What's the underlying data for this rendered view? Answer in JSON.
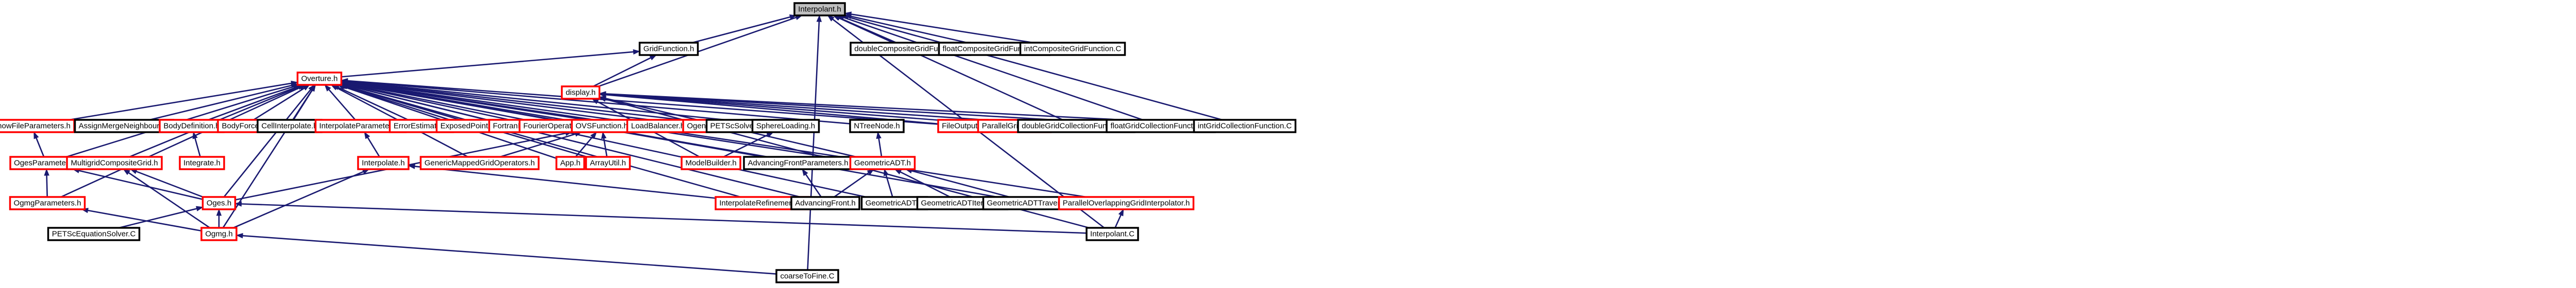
{
  "colors": {
    "edge": "#191970",
    "border_red": "#ff0000",
    "border_black": "#000000",
    "focus_fill": "#bfbfbf",
    "node_fill": "#ffffff",
    "text": "#000000"
  },
  "nodes": [
    {
      "id": "interpolant_h",
      "label": "Interpolant.h",
      "border": "black",
      "focus": true
    },
    {
      "id": "gridfunction_h",
      "label": "GridFunction.h",
      "border": "black"
    },
    {
      "id": "doublecompositegridfunction_c",
      "label": "doubleCompositeGridFunction.C",
      "border": "black"
    },
    {
      "id": "floatcompositegridfunction_c",
      "label": "floatCompositeGridFunction.C",
      "border": "black"
    },
    {
      "id": "intcompositegridfunction_c",
      "label": "intCompositeGridFunction.C",
      "border": "black"
    },
    {
      "id": "overture_h",
      "label": "Overture.h",
      "border": "red"
    },
    {
      "id": "display_h",
      "label": "display.h",
      "border": "red"
    },
    {
      "id": "showfileparameters_h",
      "label": "ShowFileParameters.h",
      "border": "red"
    },
    {
      "id": "assignmergeneighbours_h",
      "label": "AssignMergeNeighbours.h",
      "border": "black"
    },
    {
      "id": "bodydefinition_h",
      "label": "BodyDefinition.h",
      "border": "red"
    },
    {
      "id": "bodyforce_h",
      "label": "BodyForce.h",
      "border": "red"
    },
    {
      "id": "cellinterpolate_h",
      "label": "CellInterpolate.h",
      "border": "black"
    },
    {
      "id": "interpolateparameters_h",
      "label": "InterpolateParameters.h",
      "border": "red"
    },
    {
      "id": "errorestimator_h",
      "label": "ErrorEstimator.h",
      "border": "red"
    },
    {
      "id": "exposedpoints_h",
      "label": "ExposedPoints.h",
      "border": "red"
    },
    {
      "id": "fortranio_h",
      "label": "FortranIO.h",
      "border": "red"
    },
    {
      "id": "fourieroperators_h",
      "label": "FourierOperators.h",
      "border": "red"
    },
    {
      "id": "ovsfunction_h",
      "label": "OVSFunction.h",
      "border": "red"
    },
    {
      "id": "loadbalancer_h",
      "label": "LoadBalancer.h",
      "border": "red"
    },
    {
      "id": "ogen_h",
      "label": "Ogen.h",
      "border": "red"
    },
    {
      "id": "petscsolver_h",
      "label": "PETScSolver.h",
      "border": "black"
    },
    {
      "id": "spheresloading_h",
      "label": "SphereLoading.h",
      "border": "black"
    },
    {
      "id": "ktreenode_h",
      "label": "NTreeNode.h",
      "border": "black"
    },
    {
      "id": "fileoutput_h",
      "label": "FileOutput.h",
      "border": "red"
    },
    {
      "id": "parallelgridutility_h",
      "label": "ParallelGridUtility.h",
      "border": "red"
    },
    {
      "id": "doublegridcollectionfunction_c",
      "label": "doubleGridCollectionFunction.C",
      "border": "black"
    },
    {
      "id": "floatgridcollectionfunction_c",
      "label": "floatGridCollectionFunction.C",
      "border": "black"
    },
    {
      "id": "intgridcollectionfunction_c",
      "label": "intGridCollectionFunction.C",
      "border": "black"
    },
    {
      "id": "ogesparameters_h",
      "label": "OgesParameters.h",
      "border": "red"
    },
    {
      "id": "multigridcompositegrid_h",
      "label": "MultigridCompositeGrid.h",
      "border": "red"
    },
    {
      "id": "integrate_h",
      "label": "Integrate.h",
      "border": "red"
    },
    {
      "id": "interpolate_h",
      "label": "Interpolate.h",
      "border": "red"
    },
    {
      "id": "genericmappedgridoperators_h",
      "label": "GenericMappedGridOperators.h",
      "border": "red"
    },
    {
      "id": "app_h",
      "label": "App.h",
      "border": "red"
    },
    {
      "id": "arrayutil_h",
      "label": "ArrayUtil.h",
      "border": "red"
    },
    {
      "id": "modelbuilder_h",
      "label": "ModelBuilder.h",
      "border": "red"
    },
    {
      "id": "advancingfrontparameters_h",
      "label": "AdvancingFrontParameters.h",
      "border": "black"
    },
    {
      "id": "geometricadt_h",
      "label": "GeometricADT.h",
      "border": "red"
    },
    {
      "id": "ogmgparameters_h",
      "label": "OgmgParameters.h",
      "border": "red"
    },
    {
      "id": "oges_h",
      "label": "Oges.h",
      "border": "red"
    },
    {
      "id": "interpolaterefinements_h",
      "label": "InterpolateRefinements.h",
      "border": "red"
    },
    {
      "id": "advancingfront_h",
      "label": "AdvancingFront.h",
      "border": "black"
    },
    {
      "id": "geometricadt_c",
      "label": "GeometricADT.C",
      "border": "black"
    },
    {
      "id": "geometricadtiterator_c",
      "label": "GeometricADTIterator.C",
      "border": "black"
    },
    {
      "id": "geometricadttraversor_c",
      "label": "GeometricADTTraversor.C",
      "border": "black"
    },
    {
      "id": "paralleloverlappinggridinterpolator_h",
      "label": "ParallelOverlappingGridInterpolator.h",
      "border": "red"
    },
    {
      "id": "ogmg_h",
      "label": "Ogmg.h",
      "border": "red"
    },
    {
      "id": "interpolant_c",
      "label": "Interpolant.C",
      "border": "black"
    },
    {
      "id": "petscequationsolver_c",
      "label": "PETScEquationSolver.C",
      "border": "black"
    },
    {
      "id": "coarsetofine_c",
      "label": "coarseToFine.C",
      "border": "black"
    }
  ],
  "edges": [
    [
      "gridfunction_h",
      "interpolant_h"
    ],
    [
      "doublecompositegridfunction_c",
      "interpolant_h"
    ],
    [
      "floatcompositegridfunction_c",
      "interpolant_h"
    ],
    [
      "intcompositegridfunction_c",
      "interpolant_h"
    ],
    [
      "display_h",
      "interpolant_h"
    ],
    [
      "doublegridcollectionfunction_c",
      "interpolant_h"
    ],
    [
      "floatgridcollectionfunction_c",
      "interpolant_h"
    ],
    [
      "intgridcollectionfunction_c",
      "interpolant_h"
    ],
    [
      "interpolant_c",
      "interpolant_h"
    ],
    [
      "coarsetofine_c",
      "interpolant_h"
    ],
    [
      "overture_h",
      "gridfunction_h"
    ],
    [
      "display_h",
      "gridfunction_h"
    ],
    [
      "showfileparameters_h",
      "overture_h"
    ],
    [
      "assignmergeneighbours_h",
      "overture_h"
    ],
    [
      "bodydefinition_h",
      "overture_h"
    ],
    [
      "bodyforce_h",
      "overture_h"
    ],
    [
      "cellinterpolate_h",
      "overture_h"
    ],
    [
      "interpolateparameters_h",
      "overture_h"
    ],
    [
      "errorestimator_h",
      "overture_h"
    ],
    [
      "exposedpoints_h",
      "overture_h"
    ],
    [
      "fortranio_h",
      "overture_h"
    ],
    [
      "fourieroperators_h",
      "overture_h"
    ],
    [
      "ovsfunction_h",
      "overture_h"
    ],
    [
      "loadbalancer_h",
      "overture_h"
    ],
    [
      "ogen_h",
      "overture_h"
    ],
    [
      "petscsolver_h",
      "overture_h"
    ],
    [
      "spheresloading_h",
      "overture_h"
    ],
    [
      "ktreenode_h",
      "overture_h"
    ],
    [
      "fileoutput_h",
      "overture_h"
    ],
    [
      "ogesparameters_h",
      "overture_h"
    ],
    [
      "multigridcompositegrid_h",
      "overture_h"
    ],
    [
      "genericmappedgridoperators_h",
      "overture_h"
    ],
    [
      "app_h",
      "overture_h"
    ],
    [
      "arrayutil_h",
      "overture_h"
    ],
    [
      "advancingfrontparameters_h",
      "overture_h"
    ],
    [
      "geometricadt_h",
      "overture_h"
    ],
    [
      "ogmgparameters_h",
      "overture_h"
    ],
    [
      "oges_h",
      "overture_h"
    ],
    [
      "interpolaterefinements_h",
      "overture_h"
    ],
    [
      "advancingfront_h",
      "overture_h"
    ],
    [
      "geometricadt_c",
      "overture_h"
    ],
    [
      "geometricadttraversor_c",
      "overture_h"
    ],
    [
      "paralleloverlappinggridinterpolator_h",
      "overture_h"
    ],
    [
      "ogmg_h",
      "overture_h"
    ],
    [
      "fileoutput_h",
      "display_h"
    ],
    [
      "parallelgridutility_h",
      "display_h"
    ],
    [
      "doublegridcollectionfunction_c",
      "display_h"
    ],
    [
      "floatgridcollectionfunction_c",
      "display_h"
    ],
    [
      "intgridcollectionfunction_c",
      "display_h"
    ],
    [
      "geometricadt_h",
      "display_h"
    ],
    [
      "modelbuilder_h",
      "display_h"
    ],
    [
      "interpolant_c",
      "display_h"
    ],
    [
      "ogesparameters_h",
      "showfileparameters_h"
    ],
    [
      "ogmgparameters_h",
      "ogesparameters_h"
    ],
    [
      "oges_h",
      "ogesparameters_h"
    ],
    [
      "oges_h",
      "multigridcompositegrid_h"
    ],
    [
      "ogmg_h",
      "multigridcompositegrid_h"
    ],
    [
      "integrate_h",
      "bodydefinition_h"
    ],
    [
      "interpolate_h",
      "interpolateparameters_h"
    ],
    [
      "interpolaterefinements_h",
      "interpolate_h"
    ],
    [
      "ogmg_h",
      "interpolate_h"
    ],
    [
      "genericmappedgridoperators_h",
      "ovsfunction_h"
    ],
    [
      "app_h",
      "ovsfunction_h"
    ],
    [
      "arrayutil_h",
      "ovsfunction_h"
    ],
    [
      "oges_h",
      "ovsfunction_h"
    ],
    [
      "modelbuilder_h",
      "spheresloading_h"
    ],
    [
      "advancingfront_h",
      "advancingfrontparameters_h"
    ],
    [
      "geometricadt_h",
      "ktreenode_h"
    ],
    [
      "geometricadt_c",
      "geometricadt_h"
    ],
    [
      "geometricadtiterator_c",
      "geometricadt_h"
    ],
    [
      "geometricadttraversor_c",
      "geometricadt_h"
    ],
    [
      "advancingfront_h",
      "geometricadt_h"
    ],
    [
      "ogmg_h",
      "ogmgparameters_h"
    ],
    [
      "ogmg_h",
      "oges_h"
    ],
    [
      "petscequationsolver_c",
      "oges_h"
    ],
    [
      "interpolant_c",
      "oges_h"
    ],
    [
      "interpolant_c",
      "paralleloverlappinggridinterpolator_h"
    ],
    [
      "coarsetofine_c",
      "ogmg_h"
    ]
  ]
}
